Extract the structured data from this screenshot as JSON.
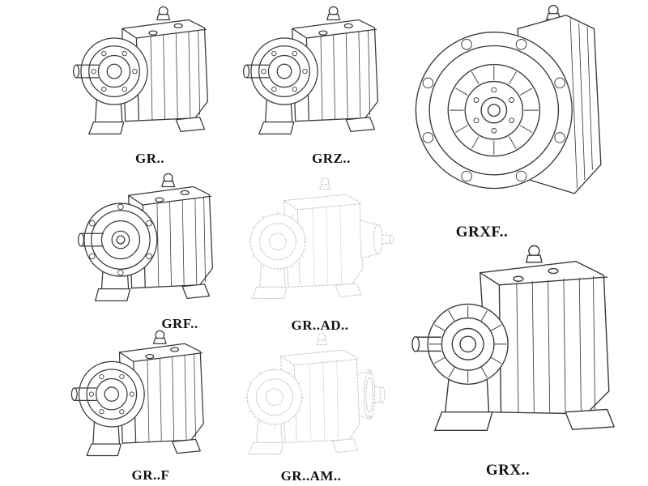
{
  "page": {
    "background": "#ffffff",
    "description": "Catalog sheet of helical gear reducer model line drawings"
  },
  "colors": {
    "line": "#3a3a3a",
    "ghost_line": "#c8c8c8",
    "label": "#111111"
  },
  "catalog": {
    "items": [
      {
        "id": "gr",
        "label": "GR..",
        "render": "solid",
        "art": "foot-mounted-gearbox-side-view"
      },
      {
        "id": "grz",
        "label": "GRZ..",
        "render": "solid",
        "art": "foot-mounted-gearbox-side-view"
      },
      {
        "id": "grxf",
        "label": "GRXF..",
        "render": "solid",
        "art": "flange-gearbox-front-view"
      },
      {
        "id": "grf",
        "label": "GRF..",
        "render": "solid",
        "art": "flange-mounted-gearbox-side-view"
      },
      {
        "id": "grad",
        "label": "GR..AD..",
        "render": "ghost",
        "art": "gearbox-with-input-shaft-adapter"
      },
      {
        "id": "grf2",
        "label": "GR..F",
        "render": "solid",
        "art": "foot-mounted-gearbox-side-view"
      },
      {
        "id": "gram",
        "label": "GR..AM..",
        "render": "ghost",
        "art": "gearbox-with-motor-flange-adapter"
      },
      {
        "id": "grx",
        "label": "GRX..",
        "render": "solid",
        "art": "large-foot-mounted-gearbox"
      }
    ]
  }
}
